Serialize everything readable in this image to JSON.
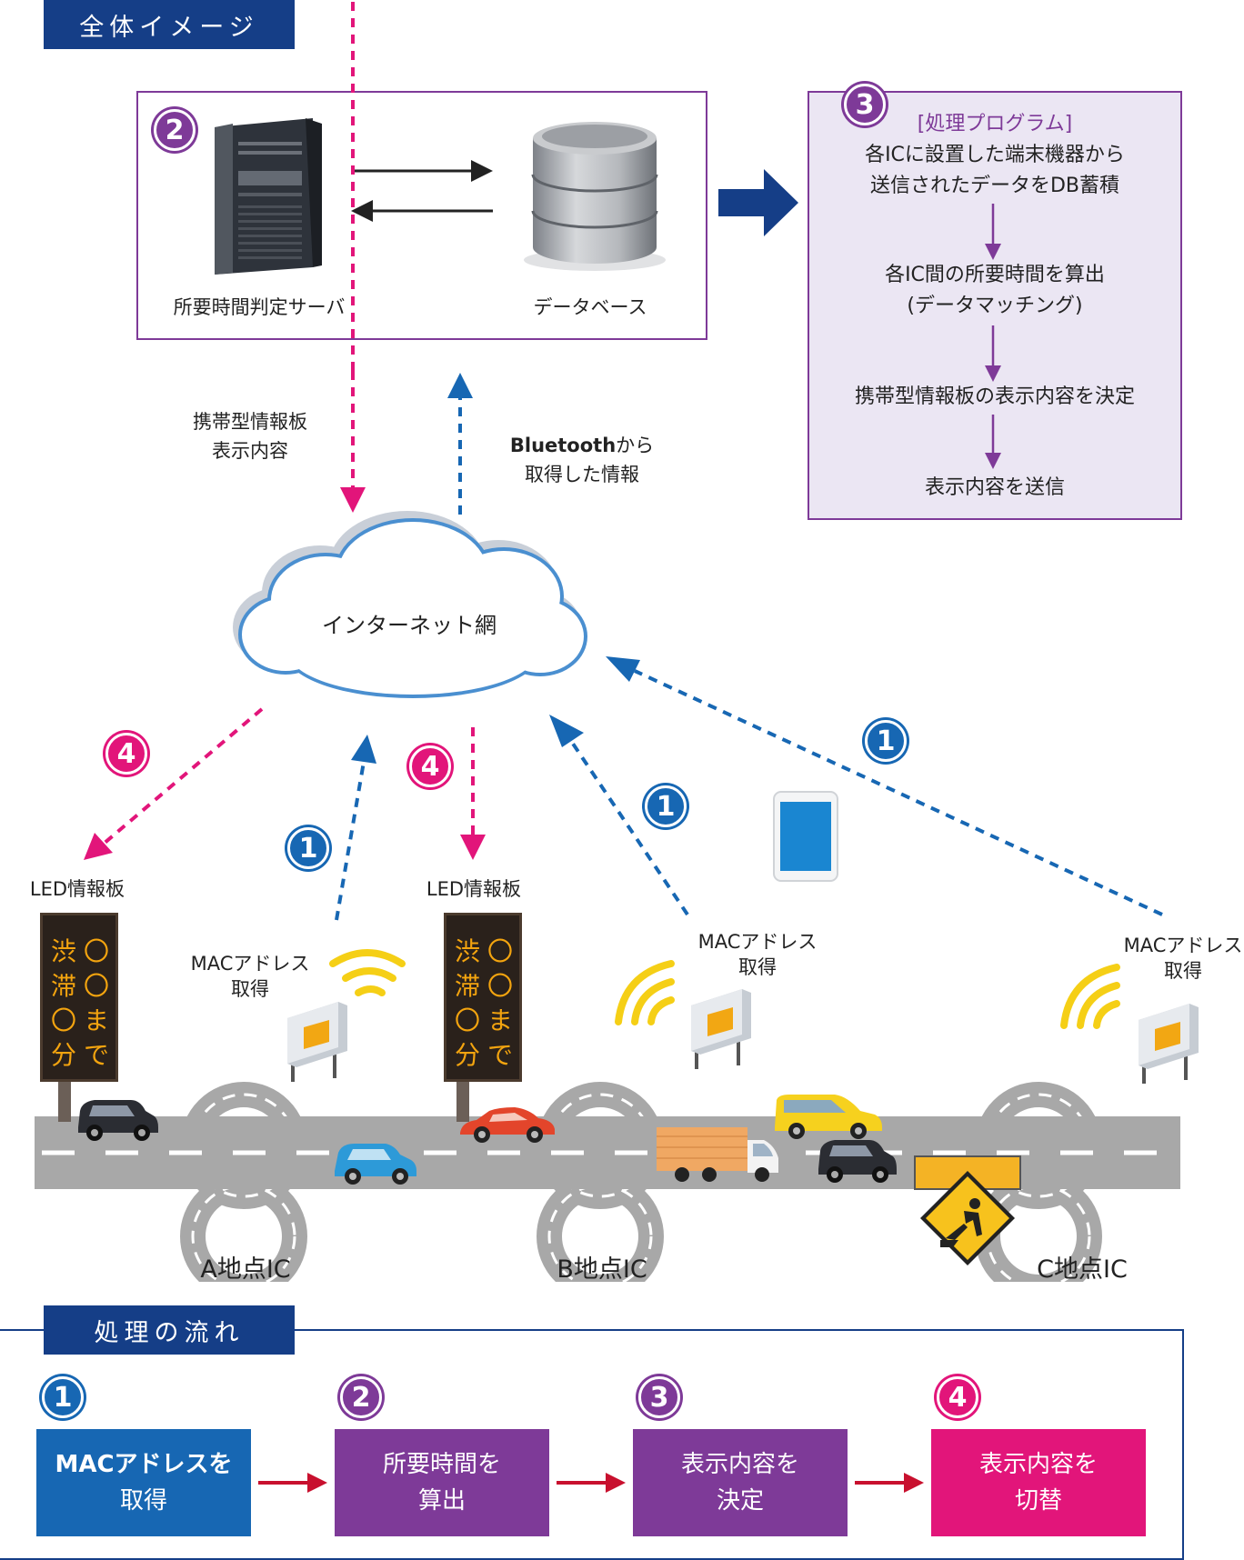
{
  "header": {
    "overview_title": "全体イメージ",
    "flow_title": "処理の流れ"
  },
  "server_box": {
    "badge": "2",
    "server_label": "所要時間判定サーバ",
    "db_label": "データベース"
  },
  "program_box": {
    "badge": "3",
    "title": "[処理プログラム]",
    "step1_line1": "各ICに設置した端末機器から",
    "step1_line2": "送信されたデータをDB蓄積",
    "step2_line1": "各IC間の所要時間を算出",
    "step2_line2": "(データマッチング)",
    "step3": "携帯型情報板の表示内容を決定",
    "step4": "表示内容を送信"
  },
  "network": {
    "down_label_line1": "携帯型情報板",
    "down_label_line2": "表示内容",
    "up_label_bold": "Bluetooth",
    "up_label_rest": "から",
    "up_label_line2": "取得した情報",
    "cloud_label": "インターネット網"
  },
  "field": {
    "badge_1": "1",
    "badge_4": "4",
    "led_label": "LED情報板",
    "mac_line1": "MACアドレス",
    "mac_line2": "取得",
    "led_chars": [
      "渋",
      "〇",
      "滞",
      "〇",
      "〇",
      "ま",
      "分",
      "で"
    ],
    "ic_a": "A地点IC",
    "ic_b": "B地点IC",
    "ic_c": "C地点IC"
  },
  "flow": [
    {
      "num": "1",
      "line1": "MACアドレスを",
      "line2": "取得",
      "color": "#1767b3"
    },
    {
      "num": "2",
      "line1": "所要時間を",
      "line2": "算出",
      "color": "#7e3a98"
    },
    {
      "num": "3",
      "line1": "表示内容を",
      "line2": "決定",
      "color": "#7e3a98"
    },
    {
      "num": "4",
      "line1": "表示内容を",
      "line2": "切替",
      "color": "#e2157a"
    }
  ],
  "colors": {
    "navy": "#153e87",
    "blue": "#1767b3",
    "purple": "#7e3a98",
    "pink": "#e2157a",
    "lavender": "#ebe6f3",
    "road": "#a8a8a8"
  },
  "icons": [
    "server-icon",
    "database-icon",
    "cloud-icon",
    "tablet-icon",
    "wifi-icon",
    "sensor-icon",
    "led-board-icon",
    "car-icon",
    "truck-icon",
    "construction-sign-icon"
  ]
}
